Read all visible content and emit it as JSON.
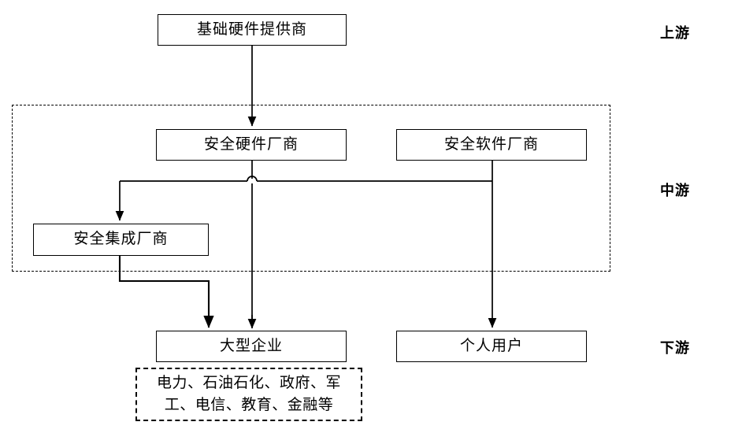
{
  "diagram": {
    "title": "",
    "type": "value-chain-flowchart",
    "nodes": [
      {
        "id": "upstream_hardware_supplier",
        "label": "基础硬件提供商",
        "tier": "上游"
      },
      {
        "id": "security_hardware_vendor",
        "label": "安全硬件厂商",
        "tier": "中游"
      },
      {
        "id": "security_software_vendor",
        "label": "安全软件厂商",
        "tier": "中游"
      },
      {
        "id": "security_integration_vendor",
        "label": "安全集成厂商",
        "tier": "中游"
      },
      {
        "id": "large_enterprise",
        "label": "大型企业",
        "tier": "下游"
      },
      {
        "id": "individual_user",
        "label": "个人用户",
        "tier": "下游"
      }
    ],
    "sector_note": "电力、石油石化、政府、军工、电信、教育、金融等",
    "tier_labels": [
      {
        "id": "tier-upstream",
        "label": "上游"
      },
      {
        "id": "tier-midstream",
        "label": "中游"
      },
      {
        "id": "tier-downstream",
        "label": "下游"
      }
    ],
    "colors": {
      "stroke": "#000000",
      "background": "#ffffff",
      "text": "#000000"
    }
  }
}
